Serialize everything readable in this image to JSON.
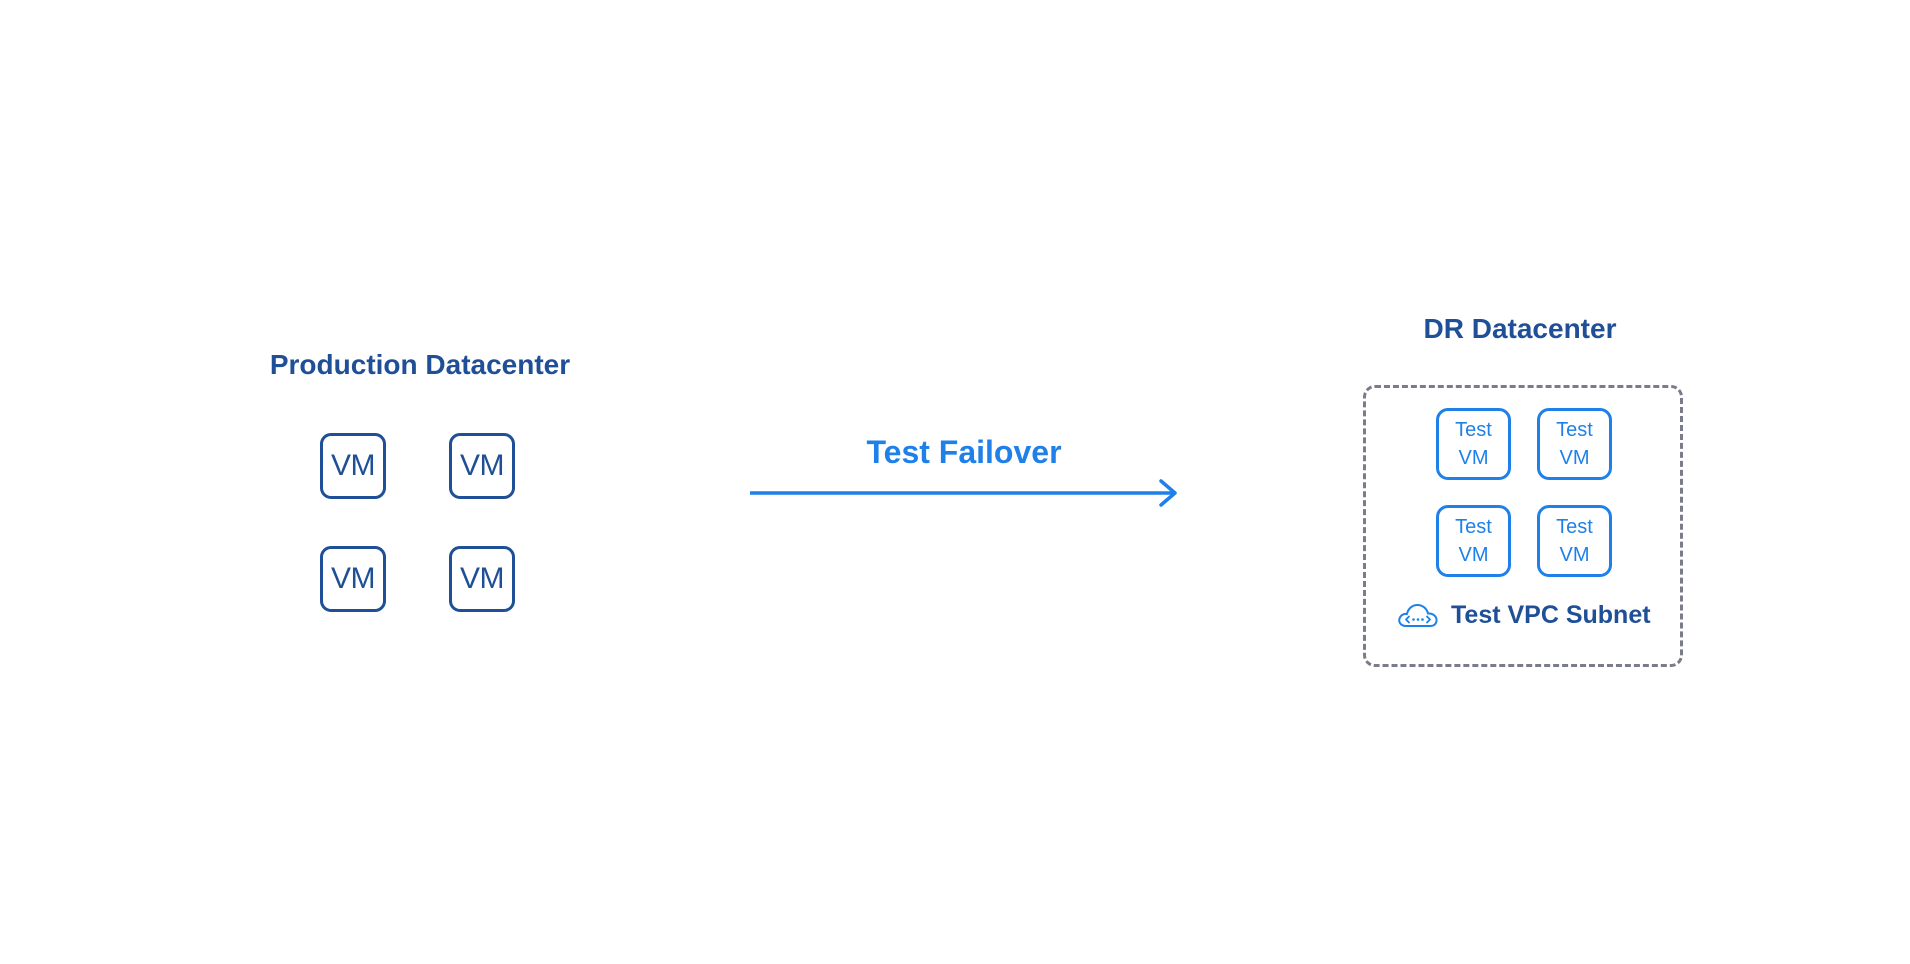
{
  "production": {
    "title": "Production Datacenter",
    "vms": [
      "VM",
      "VM",
      "VM",
      "VM"
    ]
  },
  "failover": {
    "label": "Test Failover"
  },
  "dr": {
    "title": "DR Datacenter",
    "test_vms": [
      {
        "line1": "Test",
        "line2": "VM"
      },
      {
        "line1": "Test",
        "line2": "VM"
      },
      {
        "line1": "Test",
        "line2": "VM"
      },
      {
        "line1": "Test",
        "line2": "VM"
      }
    ],
    "subnet": {
      "label": "Test VPC Subnet",
      "icon": "cloud-network-icon"
    }
  },
  "colors": {
    "dark_blue": "#1f4f96",
    "bright_blue": "#1e80e8",
    "dashed_border": "#7a7d89"
  }
}
